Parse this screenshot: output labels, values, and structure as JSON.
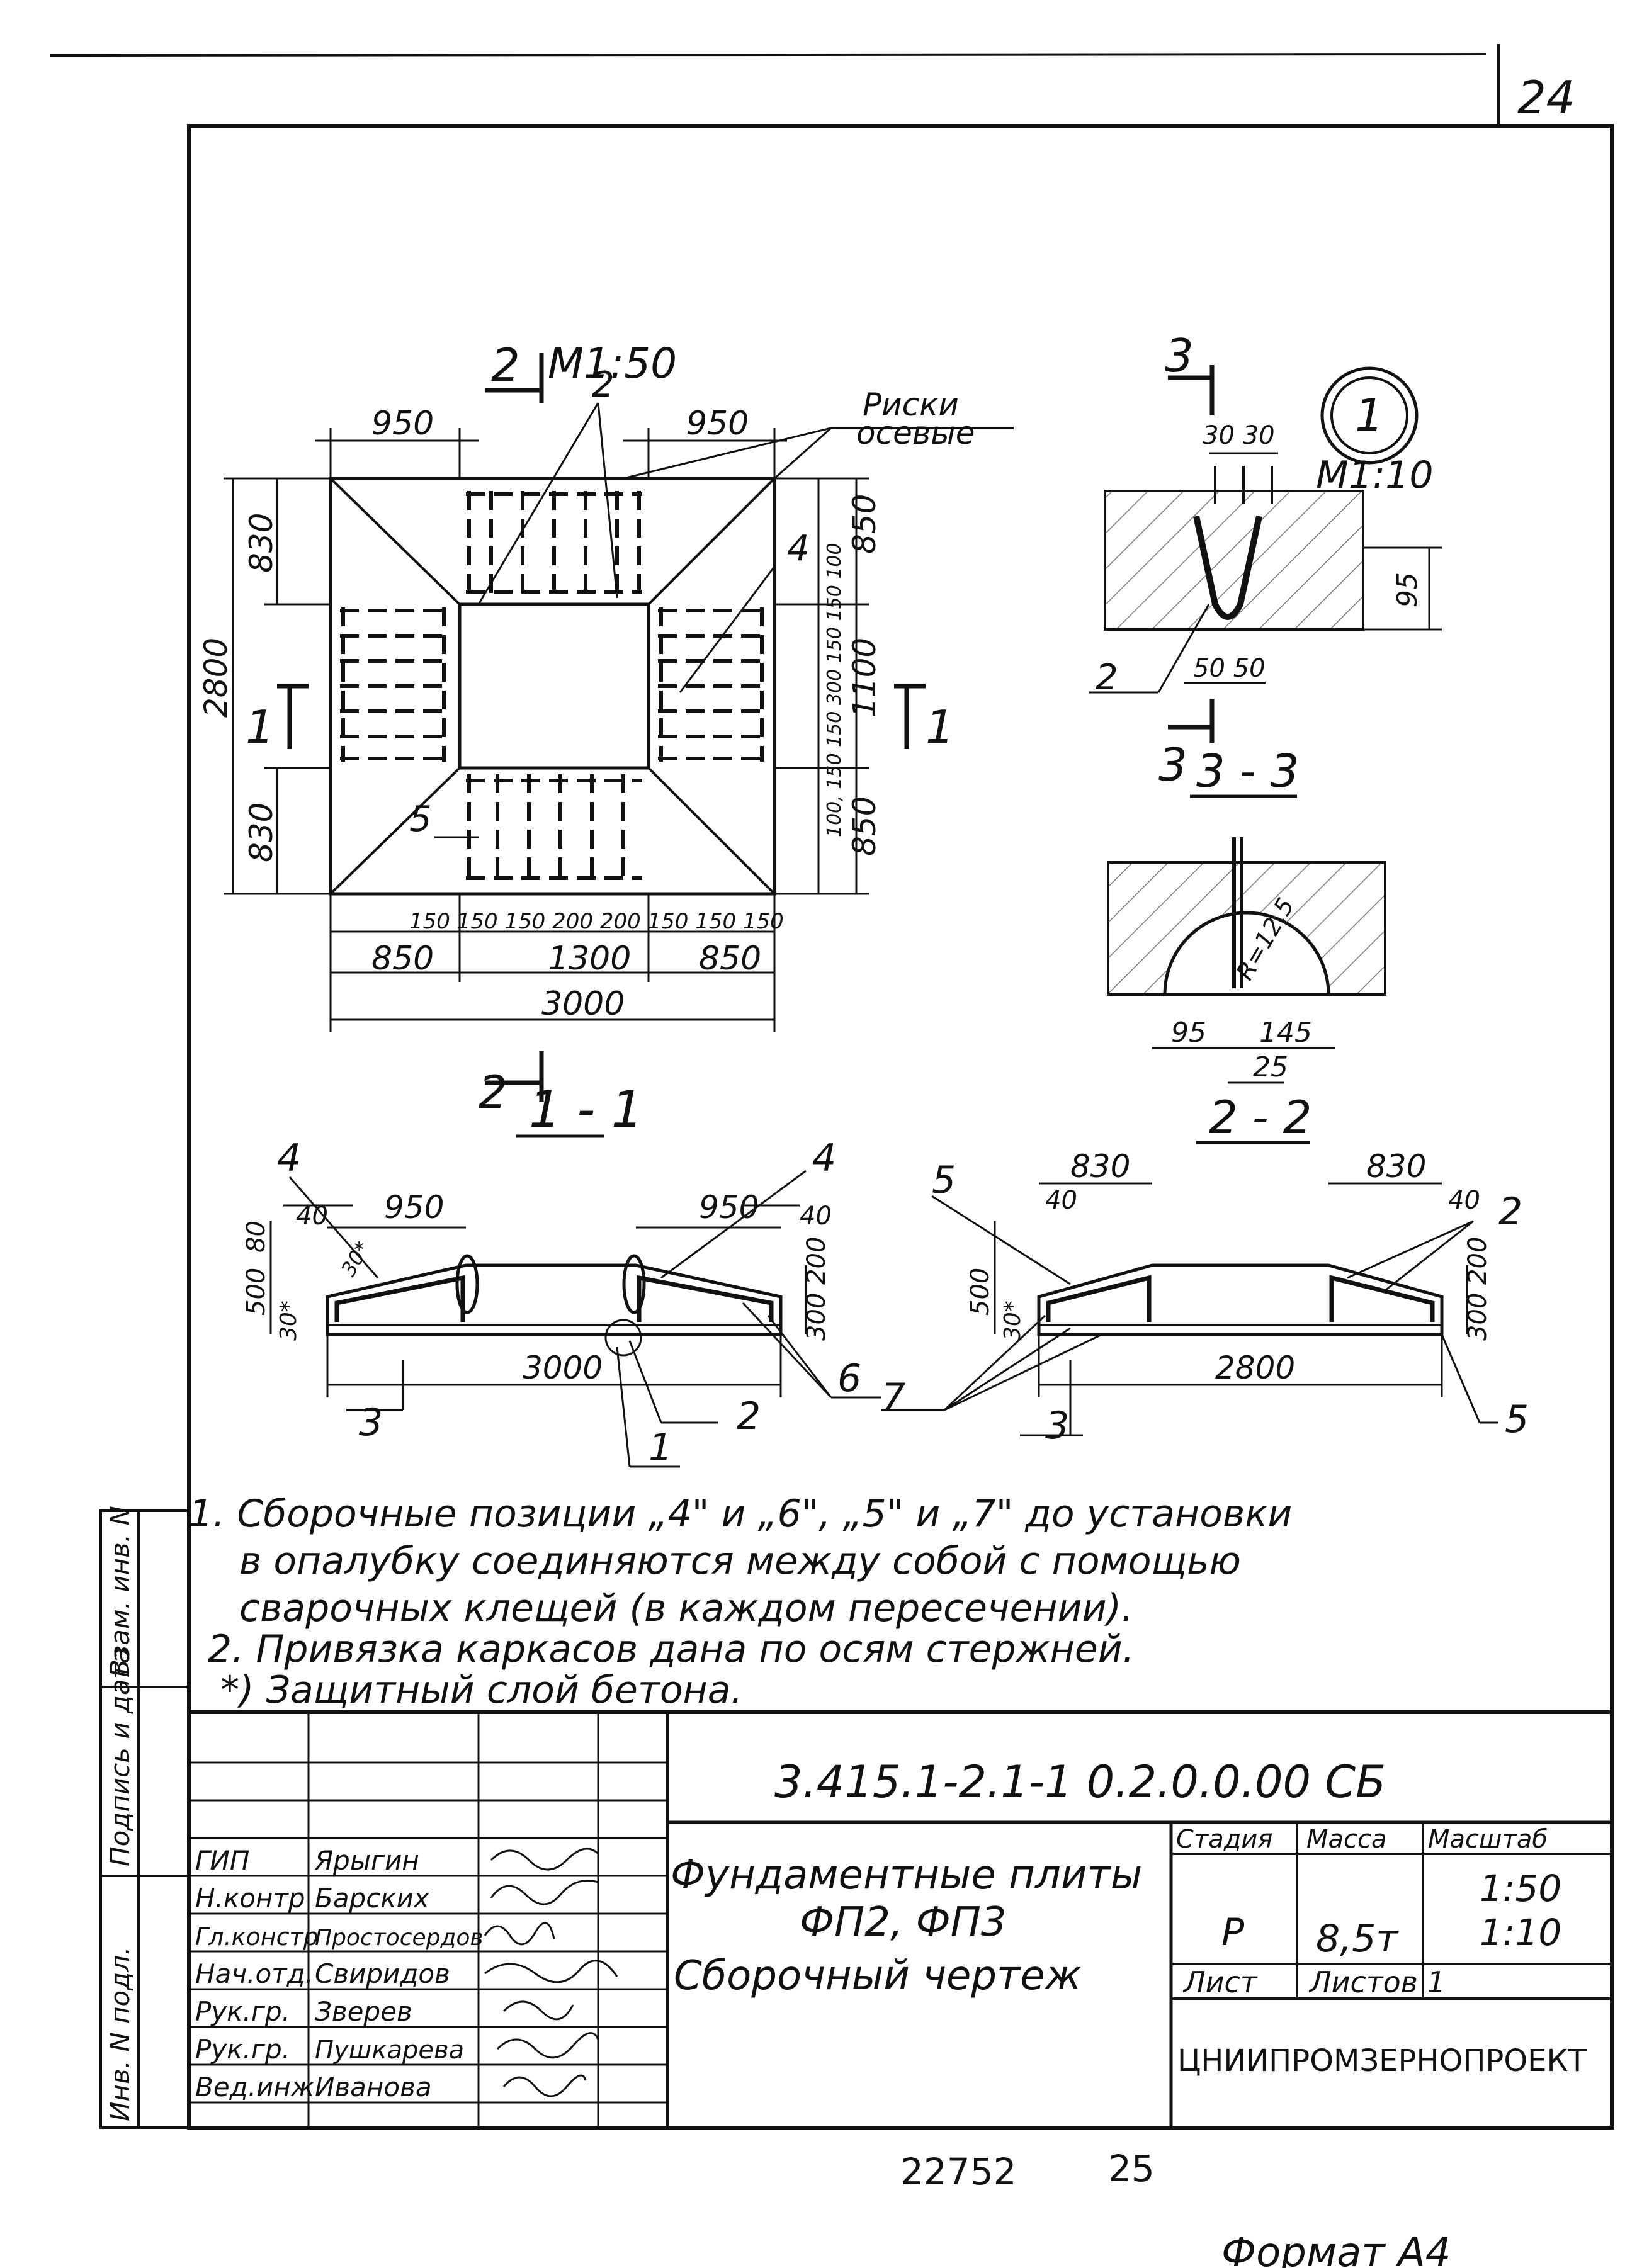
{
  "sheet": {
    "sheet_number": "24",
    "format": "Формат А4",
    "bottom_number": "22752",
    "bottom_page": "25"
  },
  "plan": {
    "scale": "М1:50",
    "label_riski": "Риски",
    "label_osevye": "осевые",
    "dim_950_left": "950",
    "dim_950_right": "950",
    "dim_830_top": "830",
    "dim_830_bottom": "830",
    "dim_2800": "2800",
    "dim_850_top": "850",
    "dim_1100": "1100",
    "dim_850_bottom": "850",
    "dim_chain_right": "100, 150 150 300 150 150 100",
    "dim_chain_bottom": "150  150 150 200 200 150 150  150",
    "dim_850_left": "850",
    "dim_1300": "1300",
    "dim_850_right": "850",
    "dim_3000": "3000",
    "cut_2_top": "2",
    "cut_2_bottom": "2",
    "cut_1_left": "1",
    "cut_1_right": "1",
    "pos_2": "2",
    "pos_4": "4",
    "pos_5": "5"
  },
  "node1": {
    "circle_label": "1",
    "scale": "М1:10",
    "dim_3030": "30 30",
    "dim_95": "95",
    "dim_5050": "50  50",
    "pos_2": "2",
    "cut_3_top": "3",
    "cut_3_bottom": "3",
    "section_33": "3 - 3"
  },
  "section22": {
    "radius": "R=12,5",
    "dim_95": "95",
    "dim_145": "145",
    "dim_25": "25",
    "title": "2 - 2"
  },
  "section11": {
    "title": "1 - 1",
    "dim_950_l": "950",
    "dim_950_r": "950",
    "dim_40_l": "40",
    "dim_40_r": "40",
    "dim_80": "80",
    "dim_500": "500",
    "dim_30": "30*",
    "dim_30b": "30*",
    "dim_300_200": "300 200",
    "dim_3000": "3000",
    "pos_4a": "4",
    "pos_4b": "4",
    "pos_6": "6",
    "pos_2": "2",
    "pos_3": "3",
    "pos_1": "1"
  },
  "section_right": {
    "dim_830_l": "830",
    "dim_830_r": "830",
    "dim_40_l": "40",
    "dim_40_r": "40",
    "dim_500": "500",
    "dim_30": "30*",
    "dim_300_200": "300 200",
    "dim_2800": "2800",
    "pos_5a": "5",
    "pos_5b": "5",
    "pos_7": "7",
    "pos_2": "2",
    "pos_3": "3"
  },
  "notes": [
    "1. Сборочные позиции „4\" и „6\", „5\" и „7\" до установки",
    "в опалубку соединяются между собой с помощью",
    "сварочных клещей (в каждом пересечении).",
    "2. Привязка каркасов дана по осям стержней.",
    "*) Защитный слой бетона."
  ],
  "side_stamp": {
    "cell1": "Взам. инв. N",
    "cell2": "Подпись и дата",
    "cell3": "Инв. N подл."
  },
  "title_block": {
    "doc_code": "3.415.1-2.1-1 0.2.0.0.00 СБ",
    "name_line1": "Фундаментные плиты",
    "name_line2": "ФП2, ФП3",
    "name_line3": "Сборочный чертеж",
    "hdr_stage": "Стадия",
    "hdr_mass": "Масса",
    "hdr_scale": "Масштаб",
    "val_stage": "Р",
    "val_mass": "8,5т",
    "val_scale1": "1:50",
    "val_scale2": "1:10",
    "hdr_sheet": "Лист",
    "hdr_sheets": "Листов 1",
    "org": "ЦНИИПРОМЗЕРНОПРОЕКТ",
    "people": [
      {
        "role": "ГИП",
        "name": "Ярыгин"
      },
      {
        "role": "Н.контр",
        "name": "Барских"
      },
      {
        "role": "Гл.констр",
        "name": "Простосердов"
      },
      {
        "role": "Нач.отд.",
        "name": "Свиридов"
      },
      {
        "role": "Рук.гр.",
        "name": "Зверев"
      },
      {
        "role": "Рук.гр.",
        "name": "Пушкарева"
      },
      {
        "role": "Вед.инж",
        "name": "Иванова"
      }
    ]
  }
}
